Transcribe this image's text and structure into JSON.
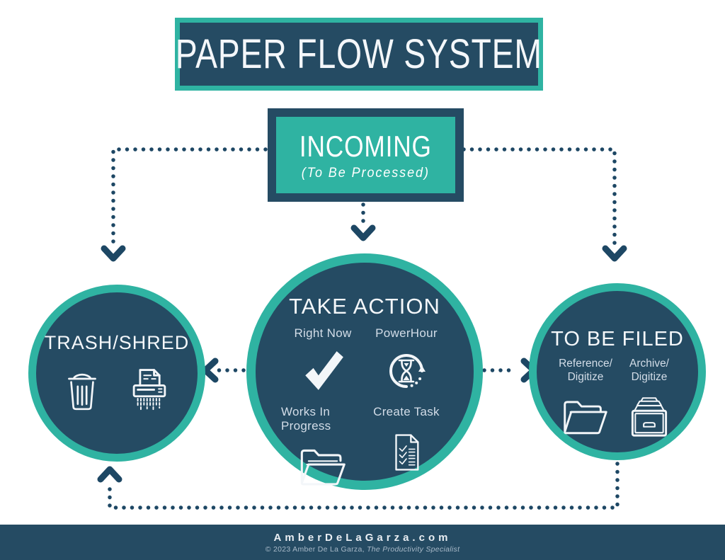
{
  "page": {
    "title": "PAPER FLOW SYSTEM"
  },
  "incoming": {
    "title": "INCOMING",
    "subtitle": "(To Be Processed)"
  },
  "trash": {
    "title": "TRASH/SHRED",
    "icons": [
      "trash-can-icon",
      "paper-shredder-icon"
    ]
  },
  "action": {
    "title": "TAKE ACTION",
    "items": [
      {
        "label": "Right Now",
        "icon": "checkmark-icon"
      },
      {
        "label": "PowerHour",
        "icon": "hourglass-cycle-icon"
      },
      {
        "label": "Works In Progress",
        "icon": "folder-documents-icon"
      },
      {
        "label": "Create Task",
        "icon": "task-list-icon"
      }
    ]
  },
  "filed": {
    "title": "TO BE FILED",
    "items": [
      {
        "label_line1": "Reference/",
        "label_line2": "Digitize",
        "icon": "open-folder-icon"
      },
      {
        "label_line1": "Archive/",
        "label_line2": "Digitize",
        "icon": "archive-drawer-icon"
      }
    ]
  },
  "footer": {
    "site": "AmberDeLaGarza.com",
    "copyright_prefix": "© 2023 Amber De La Garza, ",
    "copyright_italic": "The Productivity Specialist"
  },
  "colors": {
    "navy": "#254B63",
    "teal": "#2FB3A2",
    "dot": "#1D4764",
    "label": "#D3DDE8"
  }
}
